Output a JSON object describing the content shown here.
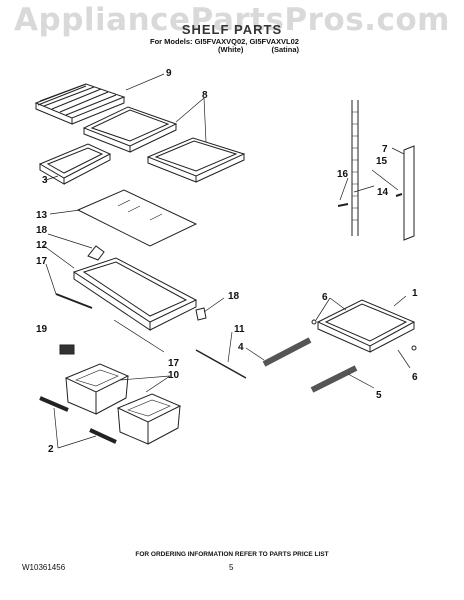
{
  "watermark": "AppliancePartsPros.com",
  "header": {
    "title": "SHELF PARTS",
    "models_line": "For Models: GI5FVAXVQ02, GI5FVAXVL02",
    "variant_white": "(White)",
    "variant_satina": "(Satina)"
  },
  "callouts": [
    "9",
    "8",
    "7",
    "15",
    "16",
    "14",
    "3",
    "13",
    "18",
    "12",
    "17",
    "18",
    "1",
    "6",
    "11",
    "19",
    "4",
    "17",
    "10",
    "6",
    "5",
    "2"
  ],
  "footer": {
    "ordering_info": "FOR ORDERING INFORMATION REFER TO PARTS PRICE LIST",
    "document_number": "W10361456",
    "page_number": "5"
  }
}
